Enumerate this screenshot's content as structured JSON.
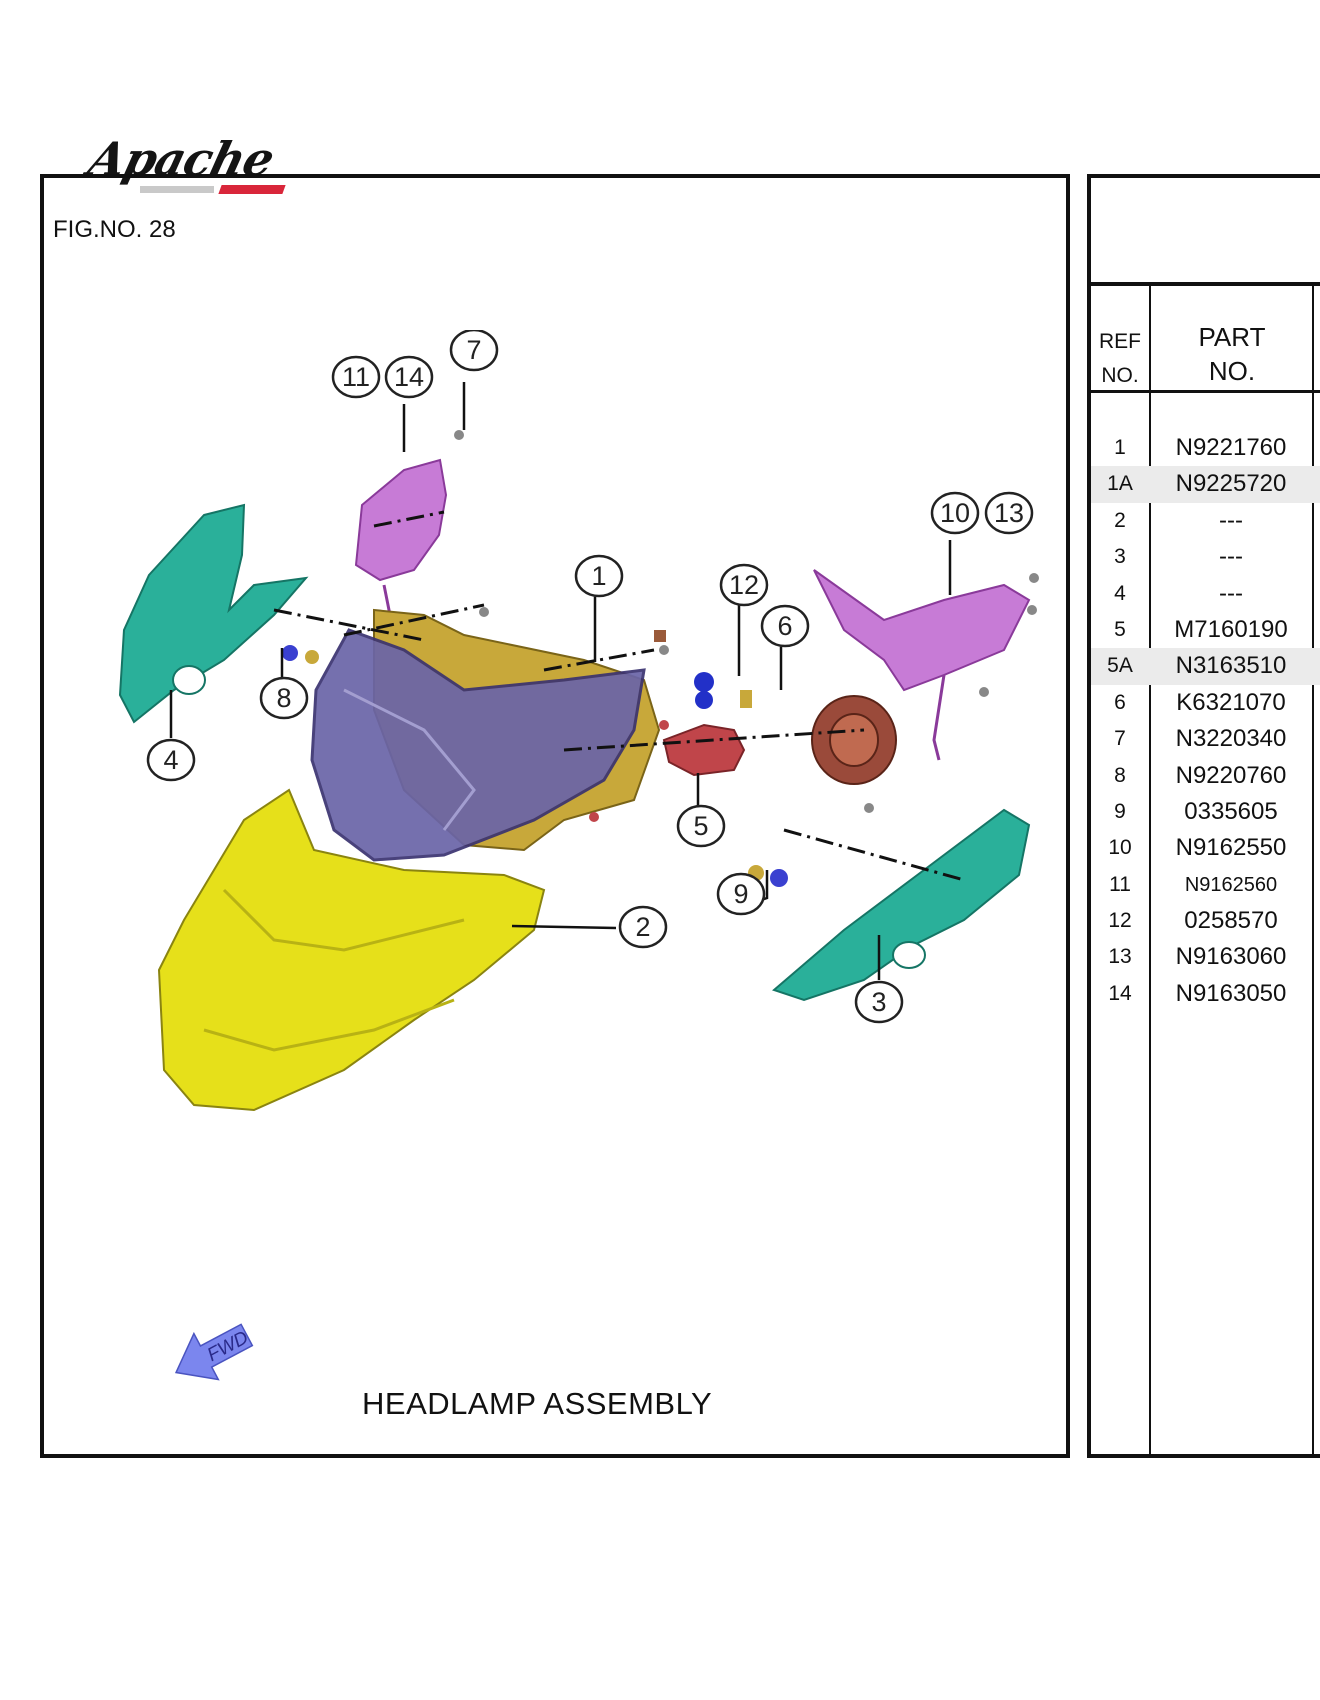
{
  "logo": {
    "text": "Apache"
  },
  "figure": {
    "number_label": "FIG.NO. 28",
    "caption": "HEADLAMP ASSEMBLY",
    "fwd_label": "FWD",
    "callouts": [
      "1",
      "2",
      "3",
      "4",
      "5",
      "6",
      "7",
      "8",
      "9",
      "10",
      "11",
      "12",
      "13",
      "14"
    ]
  },
  "table": {
    "col_ref": {
      "line1": "REF",
      "line2": "NO."
    },
    "col_part": {
      "line1": "PART",
      "line2": "NO."
    },
    "rows": [
      {
        "ref": "1",
        "part": "N9221760"
      },
      {
        "ref": "1A",
        "part": "N9225720"
      },
      {
        "ref": "2",
        "part": "---"
      },
      {
        "ref": "3",
        "part": "---"
      },
      {
        "ref": "4",
        "part": "---"
      },
      {
        "ref": "5",
        "part": "M7160190"
      },
      {
        "ref": "5A",
        "part": "N3163510"
      },
      {
        "ref": "6",
        "part": "K6321070"
      },
      {
        "ref": "7",
        "part": "N3220340"
      },
      {
        "ref": "8",
        "part": "N9220760"
      },
      {
        "ref": "9",
        "part": "0335605"
      },
      {
        "ref": "10",
        "part": "N9162550"
      },
      {
        "ref": "11",
        "part": "N9162560"
      },
      {
        "ref": "12",
        "part": "0258570"
      },
      {
        "ref": "13",
        "part": "N9163060"
      },
      {
        "ref": "14",
        "part": "N9163050"
      }
    ]
  },
  "colors": {
    "frame": "#111111",
    "visor": "#e6e01a",
    "side_panel": "#2ab09a",
    "lens": "#6a64a8",
    "housing": "#c8a83a",
    "led_unit": "#c77bd6",
    "bulb_socket": "#c0454a",
    "fwd_arrow": "#7b86ee",
    "highlight_row": "#ebebeb"
  }
}
